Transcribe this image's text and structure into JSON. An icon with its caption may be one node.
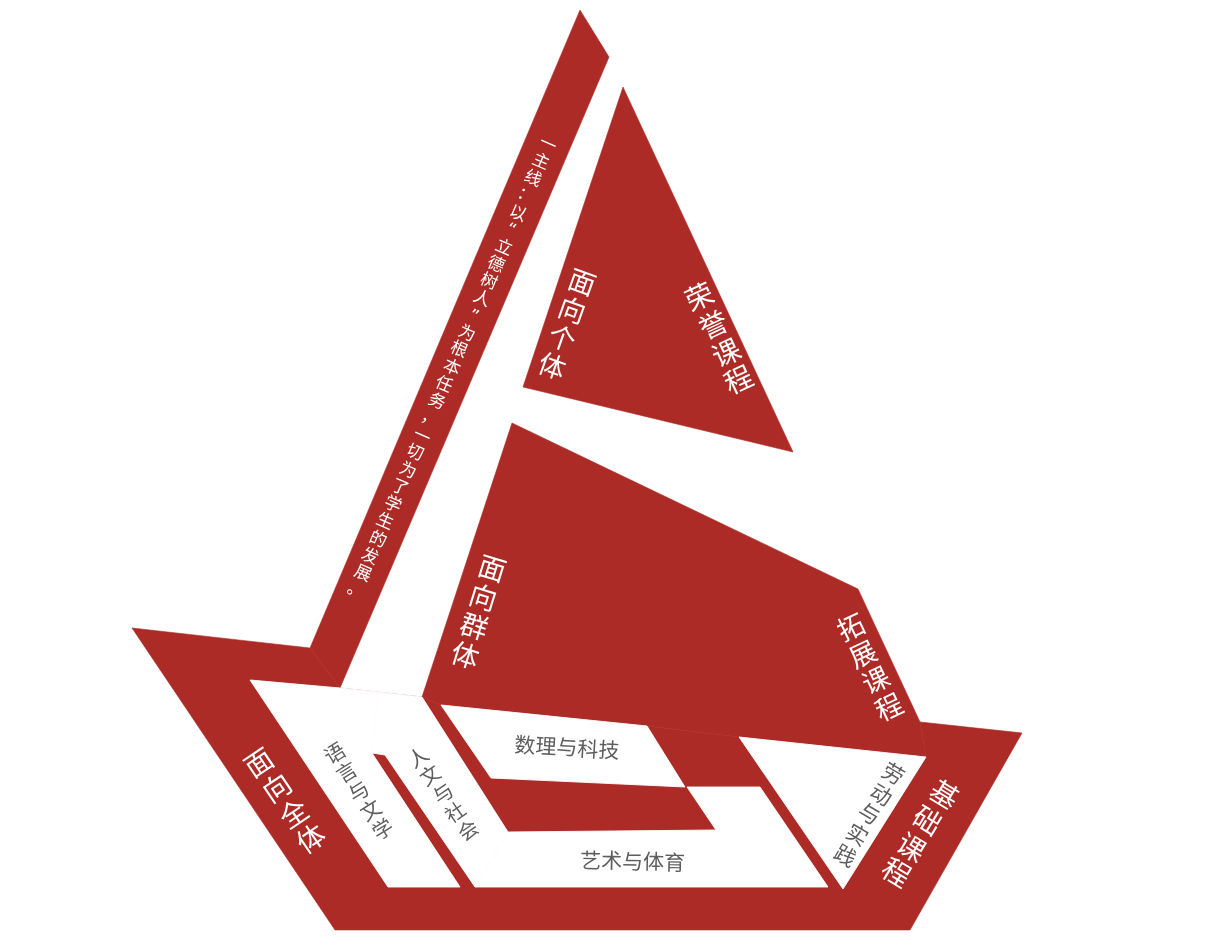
{
  "diagram": {
    "nodes": [
      {
        "text": [
          "一主线：以“立德树人”为根本任务，一切为了学生的发展。"
        ]
      },
      {
        "text": [
          "面向个体",
          "荣誉课程"
        ]
      },
      {
        "text": [
          "面向群体",
          "拓展课程"
        ]
      },
      {
        "text": [
          "面向全体",
          "基础课程"
        ]
      },
      {
        "text": [
          "语言与文学"
        ],
        "in": 3
      },
      {
        "text": [
          "人文与社会"
        ],
        "in": 3
      },
      {
        "text": [
          "数理与科技"
        ],
        "in": 3
      },
      {
        "text": [
          "艺术与体育"
        ],
        "in": 3
      },
      {
        "text": [
          "劳动与实践"
        ],
        "in": 3
      }
    ]
  }
}
